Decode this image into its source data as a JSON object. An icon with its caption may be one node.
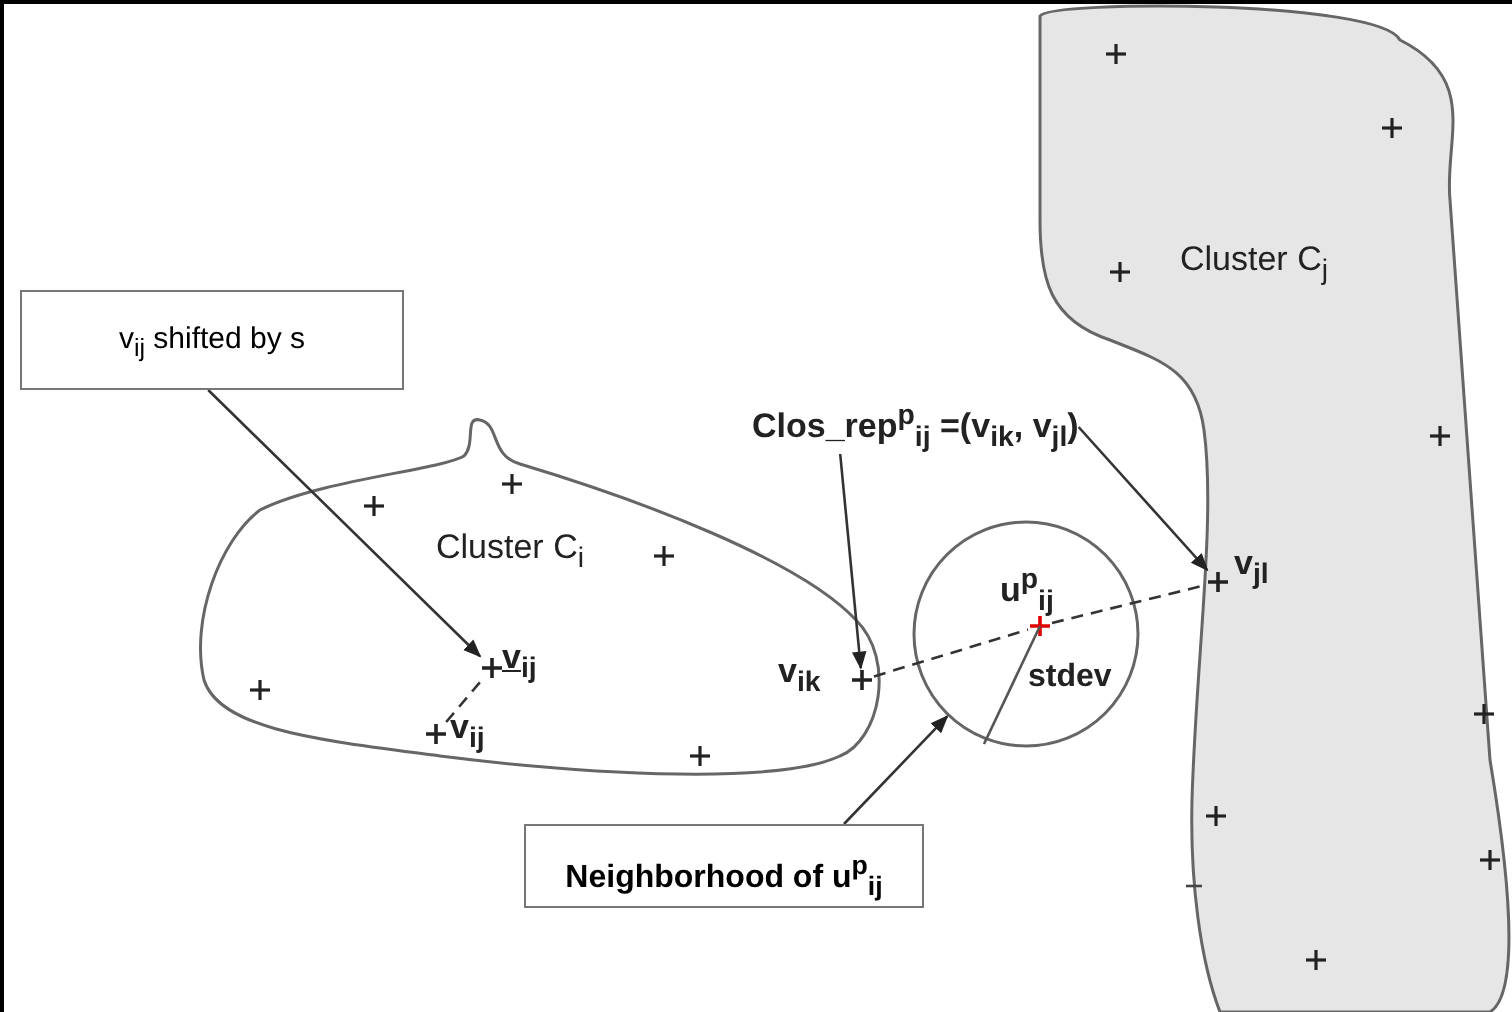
{
  "diagram": {
    "nodes": [
      {
        "text": [
          "v$_{ij}$ shifted by s"
        ]
      },
      {
        "text": [
          "Cluster C$_{i}$"
        ]
      },
      {
        "text": [
          "Cluster C$_{j}$"
        ]
      },
      {
        "text": [],
        "shape": "circle"
      },
      {
        "text": [
          "Clos_rep$^{p}$$_{ij}$ =(v$_{ik}$, v$_{jl}$)"
        ]
      },
      {
        "text": [
          "Neighborhood of u$^{p}$$_{ij}$"
        ]
      },
      {
        "text": [
          "v$_{ik}$"
        ],
        "in": 1
      },
      {
        "text": [
          "v$_{jl}$"
        ],
        "in": 2
      },
      {
        "text": [
          "v$_{ij}$"
        ],
        "in": 1
      },
      {
        "text": [
          "v$_{ij}$"
        ],
        "in": 1
      },
      {
        "text": [
          "u$^{p}$$_{ij}$"
        ],
        "in": 3
      }
    ],
    "edges": [
      {
        "from": 0,
        "to": 9,
        "arrow": "to"
      },
      {
        "from": 4,
        "to": 6,
        "arrow": "to"
      },
      {
        "from": 4,
        "to": 7,
        "arrow": "to"
      },
      {
        "from": 5,
        "to": 3,
        "arrow": "to"
      },
      {
        "from": 8,
        "to": 9,
        "arrow": "none",
        "style": "dashed"
      },
      {
        "from": 6,
        "to": 10,
        "arrow": "none",
        "style": "dashed"
      },
      {
        "from": 10,
        "to": 7,
        "arrow": "none",
        "style": "dashed"
      }
    ],
    "labels": [
      "stdev"
    ]
  }
}
